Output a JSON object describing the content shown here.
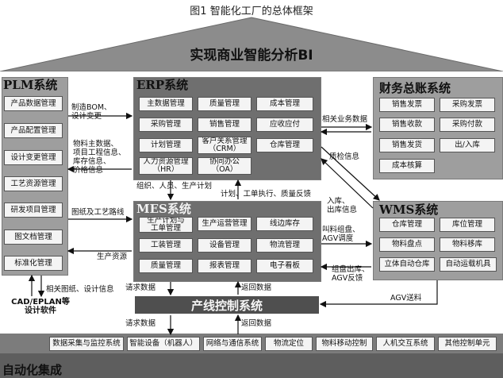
{
  "figure_title": "图1 智能化工厂的总体框架",
  "roof_label": "实现商业智能分析BI",
  "plm": {
    "title": "PLM系统",
    "items": [
      "产品数据管理",
      "产品配置管理",
      "设计变更管理",
      "工艺资源管理",
      "研发项目管理",
      "图文档管理",
      "标准化管理"
    ]
  },
  "erp": {
    "title": "ERP系统",
    "items": [
      "主数据管理",
      "质量管理",
      "成本管理",
      "采购管理",
      "销售管理",
      "应收应付",
      "计划管理",
      "客户关系管理\n（CRM）",
      "仓库管理",
      "人力资源管理\n（HR）",
      "协同办公\n（OA）"
    ]
  },
  "finance": {
    "title": "财务总账系统",
    "items": [
      "销售发票",
      "采购发票",
      "销售收款",
      "采购付款",
      "销售发货",
      "出/入库",
      "成本核算"
    ]
  },
  "mes": {
    "title": "MES系统",
    "items": [
      "生产计划与\n工单管理",
      "生产运营管理",
      "线边库存",
      "工装管理",
      "设备管理",
      "物流管理",
      "质量管理",
      "报表管理",
      "电子看板"
    ]
  },
  "wms": {
    "title": "WMS系统",
    "items": [
      "仓库管理",
      "库位管理",
      "物料盘点",
      "物料移库",
      "立体自动仓库",
      "自动运载机具"
    ]
  },
  "production_control": "产线控制系统",
  "automation": {
    "title": "自动化集成",
    "items": [
      "数据采集与监控系统",
      "智能设备（机器人）",
      "网络与通信系统",
      "物流定位",
      "物料移动控制",
      "人机交互系统",
      "其他控制单元"
    ]
  },
  "cad": "CAD/EPLAN等\n设计软件",
  "flows": {
    "bom": "制造BOM、\n设计变更",
    "material_master": "物料主数据、\n项目工程信息、\n库存信息、\n价格信息",
    "drawings": "图纸及工艺路线",
    "production_resource": "生产资源",
    "related_drawings": "相关图纸、设计信息",
    "related_business": "相关业务数据",
    "quality_info": "质检信息",
    "in_out": "入库、\n出库信息",
    "org": "组织、人员、生产计划",
    "plan_feedback": "计划、工单执行、质量反馈",
    "call_group": "叫料组盘、\nAGV调度",
    "group_out": "组盘出库、\nAGV反馈",
    "agv": "AGV送料",
    "request1": "请求数据",
    "return1": "返回数据",
    "request2": "请求数据",
    "return2": "返回数据"
  }
}
